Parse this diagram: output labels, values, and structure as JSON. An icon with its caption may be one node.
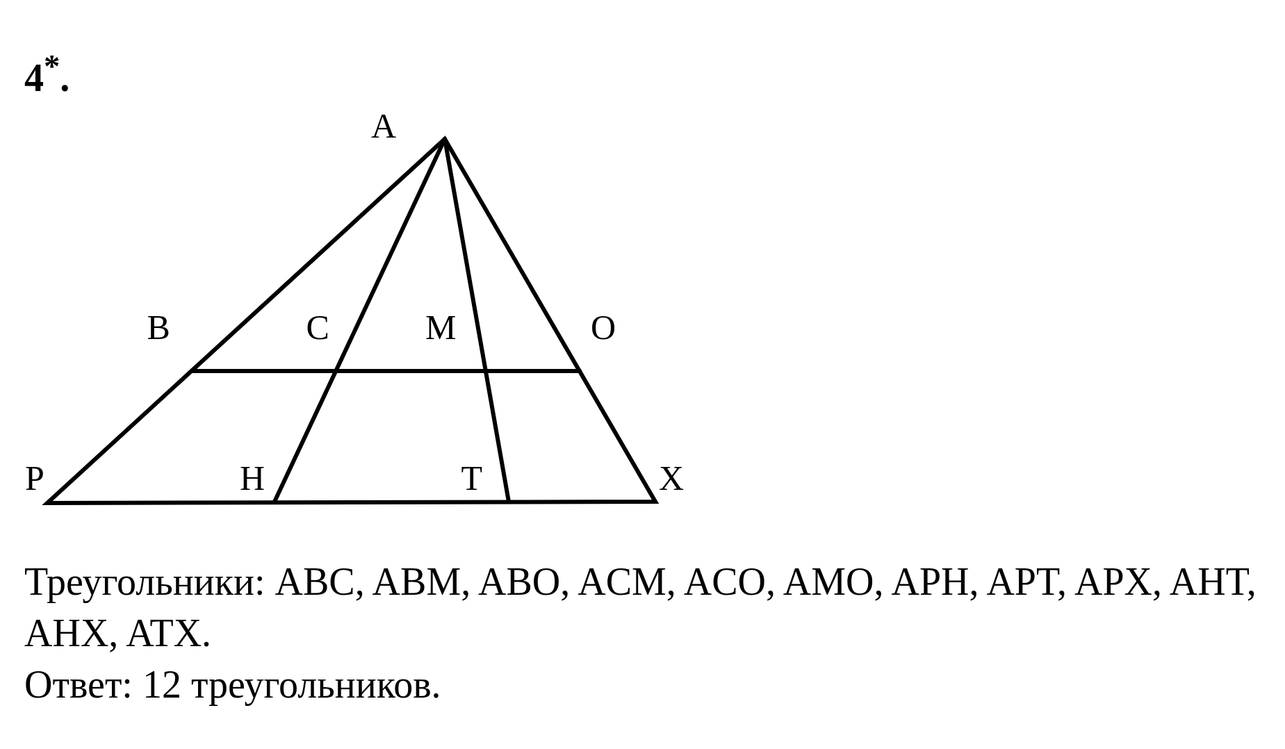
{
  "diagram": {
    "title": "4$^{*}$.",
    "labels": [
      "A",
      "B",
      "C",
      "M",
      "O",
      "P",
      "H",
      "T",
      "X",
      "Треугольники: ABC, ABM, ABO, ACM, ACO, AMO, APH, APT, APX, AHT, AHX, ATX.",
      "Ответ: 12 треугольников."
    ]
  }
}
